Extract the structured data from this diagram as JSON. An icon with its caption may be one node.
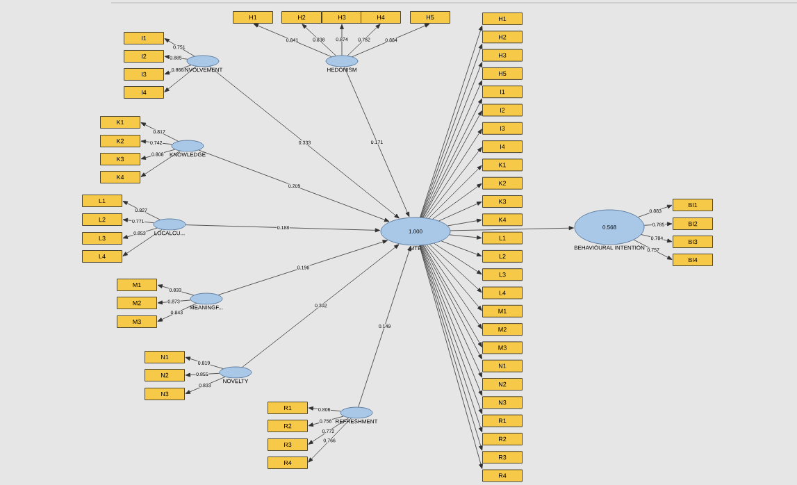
{
  "diagram": {
    "nodes": [
      {
        "text": [
          "HEDONISM"
        ]
      },
      {
        "text": [
          "H1"
        ]
      },
      {
        "text": [
          "H2"
        ]
      },
      {
        "text": [
          "H3"
        ]
      },
      {
        "text": [
          "H4"
        ]
      },
      {
        "text": [
          "H5"
        ]
      },
      {
        "text": [
          "INVOLVEMENT"
        ]
      },
      {
        "text": [
          "I1"
        ]
      },
      {
        "text": [
          "I2"
        ]
      },
      {
        "text": [
          "I3"
        ]
      },
      {
        "text": [
          "I4"
        ]
      },
      {
        "text": [
          "KNOWLEDGE"
        ]
      },
      {
        "text": [
          "K1"
        ]
      },
      {
        "text": [
          "K2"
        ]
      },
      {
        "text": [
          "K3"
        ]
      },
      {
        "text": [
          "K4"
        ]
      },
      {
        "text": [
          "LOCALCU..."
        ]
      },
      {
        "text": [
          "L1"
        ]
      },
      {
        "text": [
          "L2"
        ]
      },
      {
        "text": [
          "L3"
        ]
      },
      {
        "text": [
          "L4"
        ]
      },
      {
        "text": [
          "MEANINGF..."
        ]
      },
      {
        "text": [
          "M1"
        ]
      },
      {
        "text": [
          "M2"
        ]
      },
      {
        "text": [
          "M3"
        ]
      },
      {
        "text": [
          "NOVELTY"
        ]
      },
      {
        "text": [
          "N1"
        ]
      },
      {
        "text": [
          "N2"
        ]
      },
      {
        "text": [
          "N3"
        ]
      },
      {
        "text": [
          "REFRESHMENT"
        ]
      },
      {
        "text": [
          "R1"
        ]
      },
      {
        "text": [
          "R2"
        ]
      },
      {
        "text": [
          "R3"
        ]
      },
      {
        "text": [
          "R4"
        ]
      },
      {
        "text": [
          "1.000",
          "MTE"
        ]
      },
      {
        "text": [
          "H1"
        ]
      },
      {
        "text": [
          "H2"
        ]
      },
      {
        "text": [
          "H3"
        ]
      },
      {
        "text": [
          "H5"
        ]
      },
      {
        "text": [
          "I1"
        ]
      },
      {
        "text": [
          "I2"
        ]
      },
      {
        "text": [
          "I3"
        ]
      },
      {
        "text": [
          "I4"
        ]
      },
      {
        "text": [
          "K1"
        ]
      },
      {
        "text": [
          "K2"
        ]
      },
      {
        "text": [
          "K3"
        ]
      },
      {
        "text": [
          "K4"
        ]
      },
      {
        "text": [
          "L1"
        ]
      },
      {
        "text": [
          "L2"
        ]
      },
      {
        "text": [
          "L3"
        ]
      },
      {
        "text": [
          "L4"
        ]
      },
      {
        "text": [
          "M1"
        ]
      },
      {
        "text": [
          "M2"
        ]
      },
      {
        "text": [
          "M3"
        ]
      },
      {
        "text": [
          "N1"
        ]
      },
      {
        "text": [
          "N2"
        ]
      },
      {
        "text": [
          "N3"
        ]
      },
      {
        "text": [
          "R1"
        ]
      },
      {
        "text": [
          "R2"
        ]
      },
      {
        "text": [
          "R3"
        ]
      },
      {
        "text": [
          "R4"
        ]
      },
      {
        "text": [
          "0.568",
          "BEHAVIOURAL INTENTION"
        ]
      },
      {
        "text": [
          "BI1"
        ]
      },
      {
        "text": [
          "BI2"
        ]
      },
      {
        "text": [
          "BI3"
        ]
      },
      {
        "text": [
          "BI4"
        ]
      }
    ],
    "edges": [
      {
        "from": 0,
        "to": 1,
        "arrow": "to",
        "label": "0.841"
      },
      {
        "from": 0,
        "to": 2,
        "arrow": "to",
        "label": "0.836"
      },
      {
        "from": 0,
        "to": 3,
        "arrow": "to",
        "label": "0.874"
      },
      {
        "from": 0,
        "to": 4,
        "arrow": "to",
        "label": "0.752"
      },
      {
        "from": 0,
        "to": 5,
        "arrow": "to",
        "label": "0.884"
      },
      {
        "from": 6,
        "to": 7,
        "arrow": "to",
        "label": "0.751"
      },
      {
        "from": 6,
        "to": 8,
        "arrow": "to",
        "label": "0.885"
      },
      {
        "from": 6,
        "to": 9,
        "arrow": "to",
        "label": "0.866"
      },
      {
        "from": 6,
        "to": 10,
        "arrow": "to"
      },
      {
        "from": 11,
        "to": 12,
        "arrow": "to",
        "label": "0.817"
      },
      {
        "from": 11,
        "to": 13,
        "arrow": "to",
        "label": "0.742"
      },
      {
        "from": 11,
        "to": 14,
        "arrow": "to",
        "label": "0.808"
      },
      {
        "from": 11,
        "to": 15,
        "arrow": "to"
      },
      {
        "from": 16,
        "to": 17,
        "arrow": "to",
        "label": "0.827"
      },
      {
        "from": 16,
        "to": 18,
        "arrow": "to",
        "label": "0.771"
      },
      {
        "from": 16,
        "to": 19,
        "arrow": "to",
        "label": "0.853"
      },
      {
        "from": 16,
        "to": 20,
        "arrow": "to"
      },
      {
        "from": 21,
        "to": 22,
        "arrow": "to",
        "label": "0.833"
      },
      {
        "from": 21,
        "to": 23,
        "arrow": "to",
        "label": "0.873"
      },
      {
        "from": 21,
        "to": 24,
        "arrow": "to",
        "label": "0.843"
      },
      {
        "from": 25,
        "to": 26,
        "arrow": "to",
        "label": "0.819"
      },
      {
        "from": 25,
        "to": 27,
        "arrow": "to",
        "label": "0.855"
      },
      {
        "from": 25,
        "to": 28,
        "arrow": "to",
        "label": "0.833"
      },
      {
        "from": 29,
        "to": 30,
        "arrow": "to",
        "label": "0.806"
      },
      {
        "from": 29,
        "to": 31,
        "arrow": "to",
        "label": "0.756"
      },
      {
        "from": 29,
        "to": 32,
        "arrow": "to",
        "label": "0.772"
      },
      {
        "from": 29,
        "to": 33,
        "arrow": "to",
        "label": "0.766"
      },
      {
        "from": 6,
        "to": 34,
        "arrow": "to",
        "label": "0.333"
      },
      {
        "from": 0,
        "to": 34,
        "arrow": "to",
        "label": "0.171"
      },
      {
        "from": 11,
        "to": 34,
        "arrow": "to",
        "label": "0.209"
      },
      {
        "from": 16,
        "to": 34,
        "arrow": "to",
        "label": "0.188"
      },
      {
        "from": 21,
        "to": 34,
        "arrow": "to",
        "label": "0.196"
      },
      {
        "from": 25,
        "to": 34,
        "arrow": "to",
        "label": "0.302"
      },
      {
        "from": 29,
        "to": 34,
        "arrow": "to",
        "label": "0.149"
      },
      {
        "from": 34,
        "to": 35,
        "arrow": "to"
      },
      {
        "from": 34,
        "to": 36,
        "arrow": "to"
      },
      {
        "from": 34,
        "to": 37,
        "arrow": "to"
      },
      {
        "from": 34,
        "to": 38,
        "arrow": "to"
      },
      {
        "from": 34,
        "to": 39,
        "arrow": "to"
      },
      {
        "from": 34,
        "to": 40,
        "arrow": "to"
      },
      {
        "from": 34,
        "to": 41,
        "arrow": "to"
      },
      {
        "from": 34,
        "to": 42,
        "arrow": "to"
      },
      {
        "from": 34,
        "to": 43,
        "arrow": "to"
      },
      {
        "from": 34,
        "to": 44,
        "arrow": "to"
      },
      {
        "from": 34,
        "to": 45,
        "arrow": "to"
      },
      {
        "from": 34,
        "to": 46,
        "arrow": "to"
      },
      {
        "from": 34,
        "to": 47,
        "arrow": "to"
      },
      {
        "from": 34,
        "to": 48,
        "arrow": "to"
      },
      {
        "from": 34,
        "to": 49,
        "arrow": "to"
      },
      {
        "from": 34,
        "to": 50,
        "arrow": "to"
      },
      {
        "from": 34,
        "to": 51,
        "arrow": "to"
      },
      {
        "from": 34,
        "to": 52,
        "arrow": "to"
      },
      {
        "from": 34,
        "to": 53,
        "arrow": "to"
      },
      {
        "from": 34,
        "to": 54,
        "arrow": "to"
      },
      {
        "from": 34,
        "to": 55,
        "arrow": "to"
      },
      {
        "from": 34,
        "to": 56,
        "arrow": "to"
      },
      {
        "from": 34,
        "to": 57,
        "arrow": "to"
      },
      {
        "from": 34,
        "to": 58,
        "arrow": "to"
      },
      {
        "from": 34,
        "to": 59,
        "arrow": "to"
      },
      {
        "from": 34,
        "to": 60,
        "arrow": "to"
      },
      {
        "from": 34,
        "to": 61,
        "arrow": "to"
      },
      {
        "from": 61,
        "to": 62,
        "arrow": "to",
        "label": "0.883"
      },
      {
        "from": 61,
        "to": 63,
        "arrow": "to",
        "label": "0.785"
      },
      {
        "from": 61,
        "to": 64,
        "arrow": "to",
        "label": "0.784"
      },
      {
        "from": 61,
        "to": 65,
        "arrow": "to",
        "label": "0.757"
      }
    ]
  }
}
